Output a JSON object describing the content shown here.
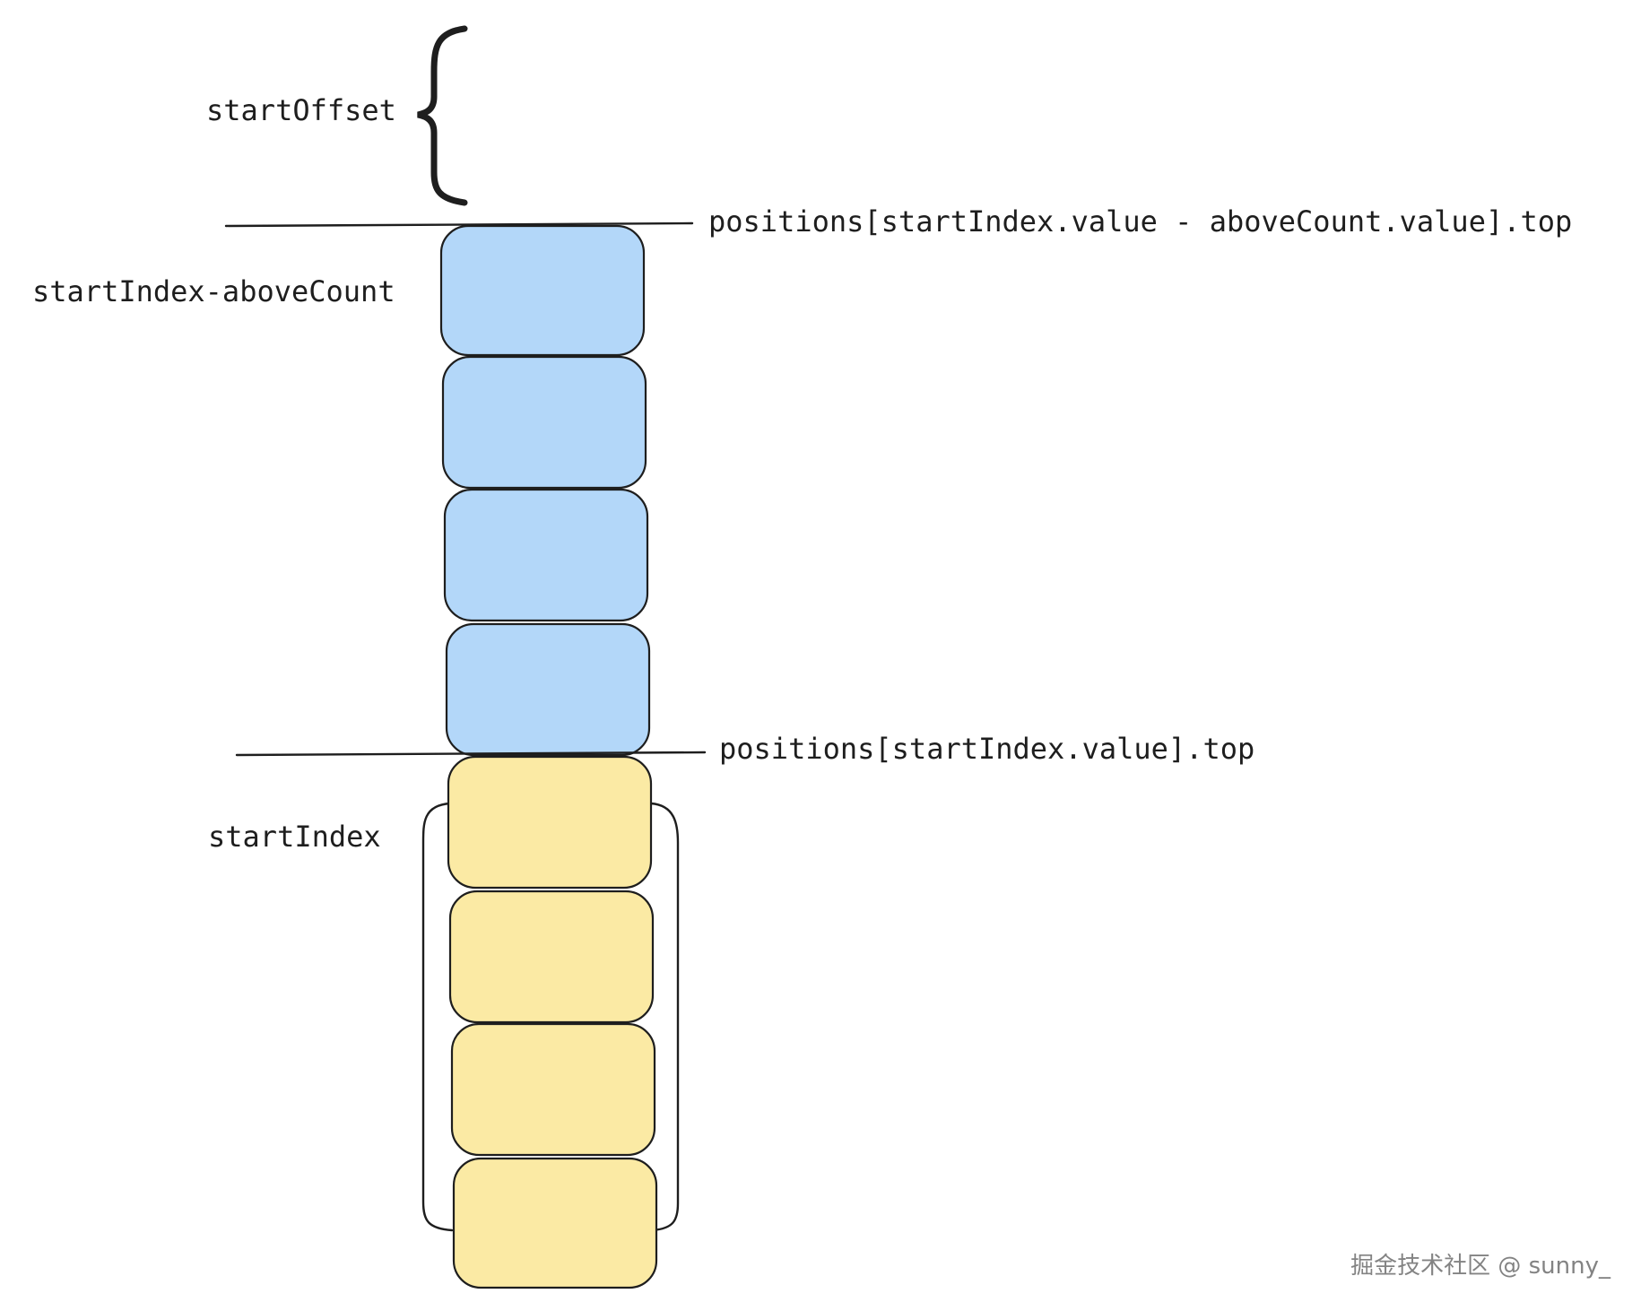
{
  "labels": {
    "start_offset": "startOffset",
    "start_index_above_count": "startIndex-aboveCount",
    "start_index": "startIndex",
    "top_line_formula": "positions[startIndex.value - aboveCount.value].top",
    "middle_line_formula": "positions[startIndex.value].top"
  },
  "watermark": "掘金技术社区 @ sunny_",
  "colors": {
    "above_items": "#b3d7f9",
    "visible_items": "#fbeaa4",
    "stroke": "#1e1e1e"
  },
  "above_item_count": 4,
  "visible_item_count": 4
}
